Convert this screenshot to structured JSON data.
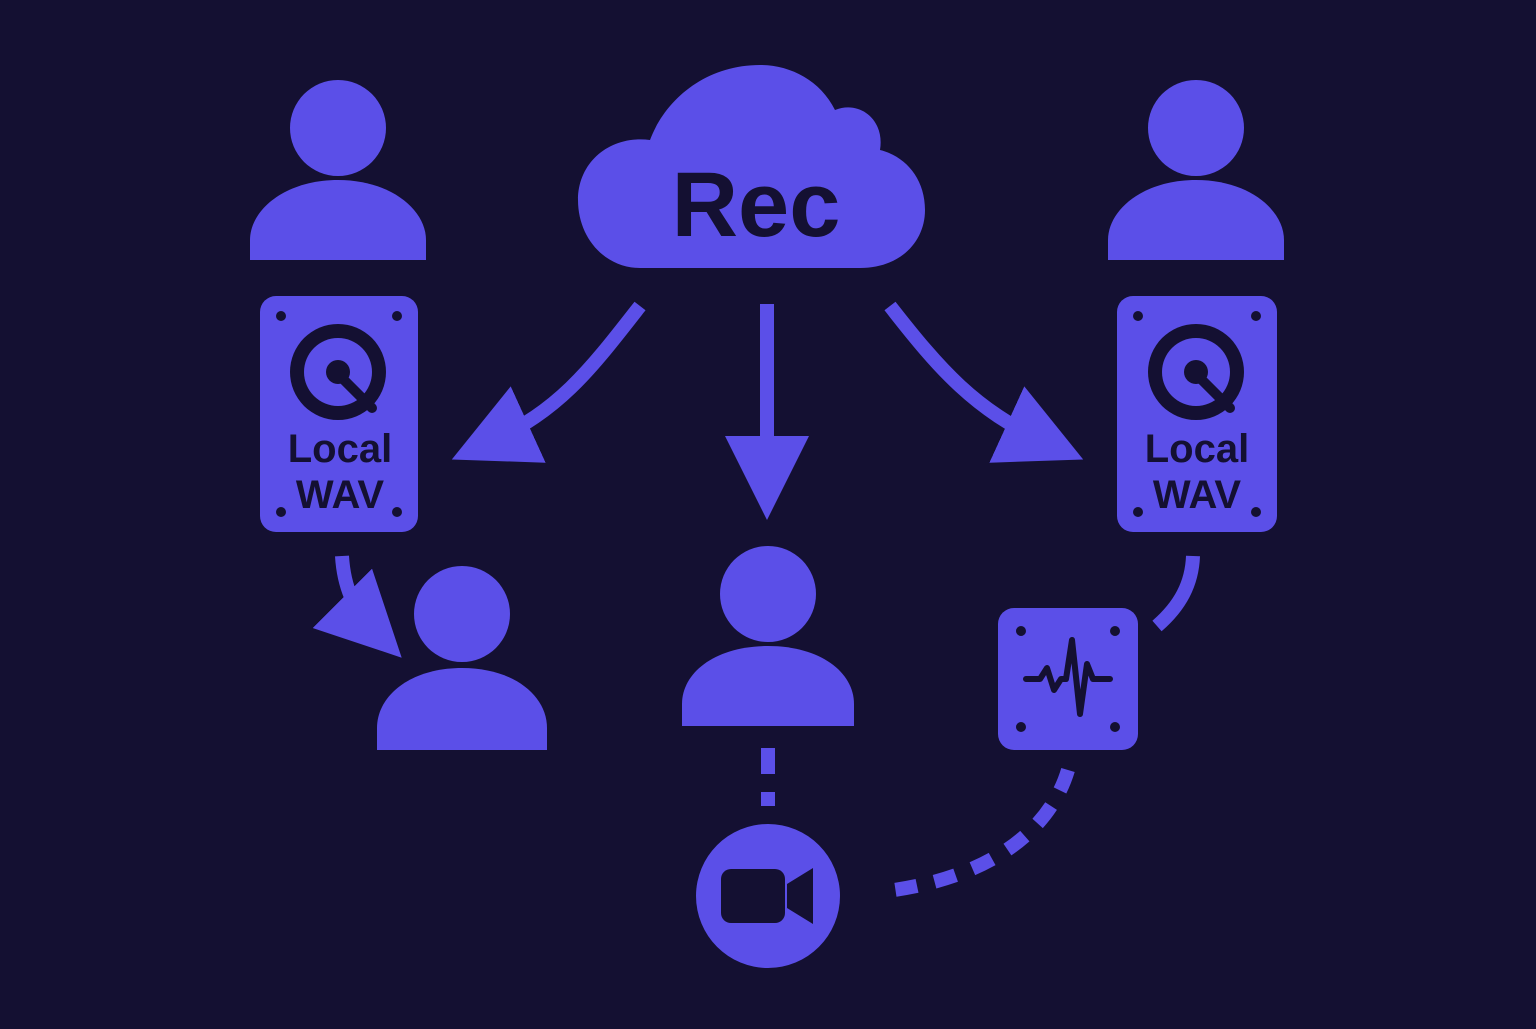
{
  "colors": {
    "background": "#141032",
    "accent": "#5b4fe8"
  },
  "cloud": {
    "label": "Rec",
    "icon": "cloud-icon"
  },
  "drives": {
    "left": {
      "line1": "Local",
      "line2": "WAV",
      "icon": "hard-drive-icon"
    },
    "right": {
      "line1": "Local",
      "line2": "WAV",
      "icon": "hard-drive-icon"
    }
  },
  "icons": {
    "person": "user-icon",
    "waveform": "audio-waveform-icon",
    "video": "video-camera-icon"
  }
}
